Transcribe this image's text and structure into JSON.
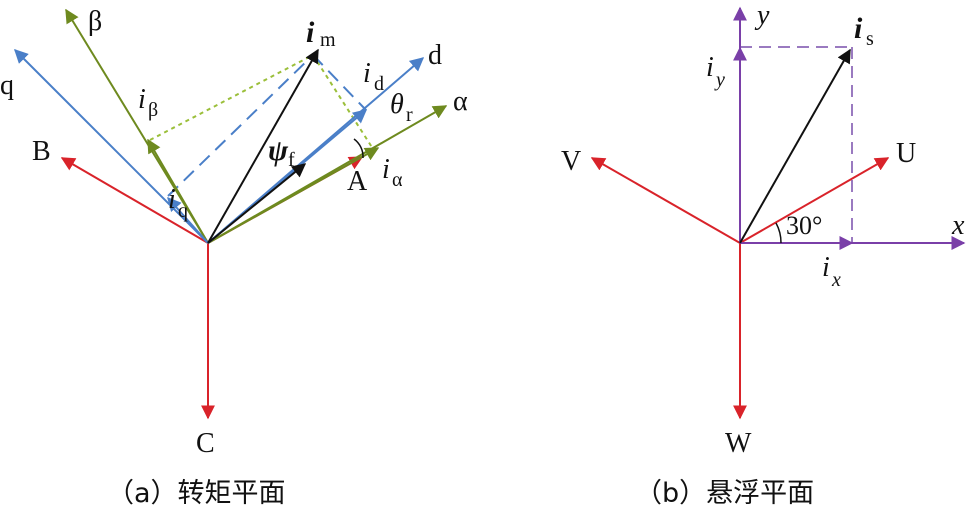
{
  "panel_a": {
    "caption": "（a）转矩平面",
    "labels": {
      "q": "q",
      "beta": "β",
      "B": "B",
      "im_main": "i",
      "im_sub": "m",
      "d": "d",
      "id_main": "i",
      "id_sub": "d",
      "theta_main": "θ",
      "theta_sub": "r",
      "alpha": "α",
      "ibeta_main": "i",
      "ibeta_sub": "β",
      "psi_main": "ψ",
      "psi_sub": "f",
      "A": "A",
      "ialpha_main": "i",
      "ialpha_sub": "α",
      "iq_main": "i",
      "iq_sub": "q",
      "C": "C"
    }
  },
  "panel_b": {
    "caption": "（b）悬浮平面",
    "labels": {
      "y": "y",
      "is_main": "i",
      "is_sub": "s",
      "iy_main": "i",
      "iy_sub": "y",
      "V": "V",
      "U": "U",
      "angle": "30°",
      "x": "x",
      "ix_main": "i",
      "ix_sub": "x",
      "W": "W"
    }
  },
  "colors": {
    "red": "#d9232a",
    "blue": "#4a7fc8",
    "green": "#6e8a1f",
    "black": "#111111",
    "purple": "#7a3fa8",
    "purple_dashed": "#9a7ac0",
    "green_dotted": "#9bbf3a"
  }
}
